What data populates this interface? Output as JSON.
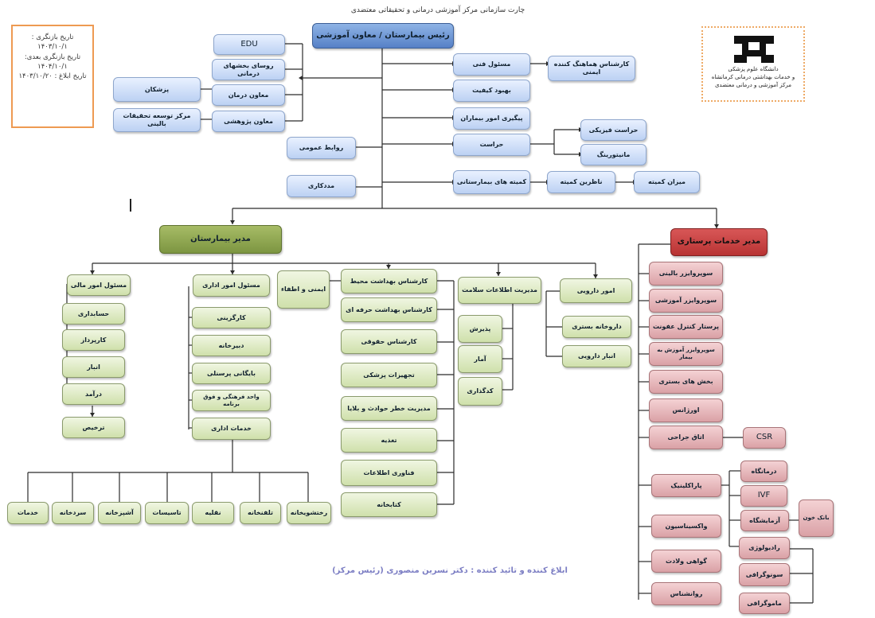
{
  "title": "چارت سازمانی مرکز آموزشی درمانی و تحقیقاتی معتضدی",
  "dates": {
    "review_date": "تاریخ بازنگری : ۱۴۰۳/۱۰/۱",
    "next_review": "تاریخ بازنگری بعدی: ۱۴۰۴/۱۰/۱",
    "notify_date": "تاریخ ابلاغ : ۱۴۰۳/۱۰/۲۰"
  },
  "logo": {
    "line1": "دانشگاه علوم پزشکی",
    "line2": "و خدمات بهداشتی درمانی کرمانشاه",
    "line3": "مرکز آموزشی و درمانی معتضدی"
  },
  "caption": "ابلاغ کننده و تائید کننده : دکتر نسرین منصوری (رئیس مرکز)",
  "top": {
    "head": "رئیس بیمارستان / معاون آموزشی",
    "edu": "EDU",
    "left": [
      "روسای بخشهای درمانی",
      "معاون درمان",
      "معاون پژوهشی"
    ],
    "doctors": "پزشکان",
    "research_center": "مرکز توسعه تحقیقات بالینی",
    "public_relations": "روابط عمومی",
    "secretariat": "مددکاری",
    "right": [
      "مسئول فنی",
      "بهبود کیفیت",
      "پیگیری امور بیماران",
      "حراست",
      "کمیته های بیمارستانی"
    ],
    "tech_expert": "کارشناس هماهنگ کننده ایمنی",
    "security_sub": [
      "حراست فیزیکی",
      "مانیتورینگ"
    ],
    "committee_sub": [
      "ناظرین کمیته",
      "میزان کمیته"
    ]
  },
  "manager": {
    "head": "مدیر بیمارستان",
    "finance": {
      "head": "مسئول امور مالی",
      "items": [
        "حسابداری",
        "کارپرداز",
        "انبار",
        "درآمد",
        "ترخیص"
      ]
    },
    "admin": {
      "head": "مسئول امور اداری",
      "items": [
        "کارگزینی",
        "دبیرخانه",
        "بایگانی پرسنلی",
        "واحد فرهنگی و فوق برنامه",
        "خدمات اداری"
      ]
    },
    "services": [
      "خدمات",
      "سردخانه",
      "آشپزخانه",
      "تاسیسات",
      "نقلیه",
      "تلفنخانه",
      "رختشویخانه"
    ],
    "fire": "ایمنی و اطفاء",
    "experts": [
      "کارشناس بهداشت محیط",
      "کارشناس بهداشت حرفه ای",
      "کارشناس حقوقی",
      "تجهیزات پزشکی",
      "مدیریت خطر حوادث و بلایا",
      "تغذیه",
      "فناوری اطلاعات",
      "کتابخانه"
    ],
    "health_info": {
      "head": "مدیریت اطلاعات سلامت",
      "items": [
        "پذیرش",
        "آمار",
        "کدگذاری"
      ]
    },
    "pharmacy": {
      "head": "امور دارویی",
      "items": [
        "داروخانه بستری",
        "انبار دارویی"
      ]
    }
  },
  "nursing": {
    "head": "مدیر خدمات پرستاری",
    "items": [
      "سوپروایزر بالینی",
      "سوپروایزر آموزشی",
      "پرستار کنترل عفونت",
      "سوپروایزر آموزش به بیمار",
      "بخش های بستری",
      "اورژانس",
      "اتاق جراحی",
      "پاراکلینیک",
      "واکسیناسیون",
      "گواهی ولادت",
      "روانشناس"
    ],
    "csr": "CSR",
    "paraclinic": [
      "درمانگاه",
      "IVF",
      "آزمایشگاه",
      "رادیولوژی",
      "سونوگرافی",
      "ماموگرافی"
    ],
    "blood_bank": "بانک خون"
  }
}
